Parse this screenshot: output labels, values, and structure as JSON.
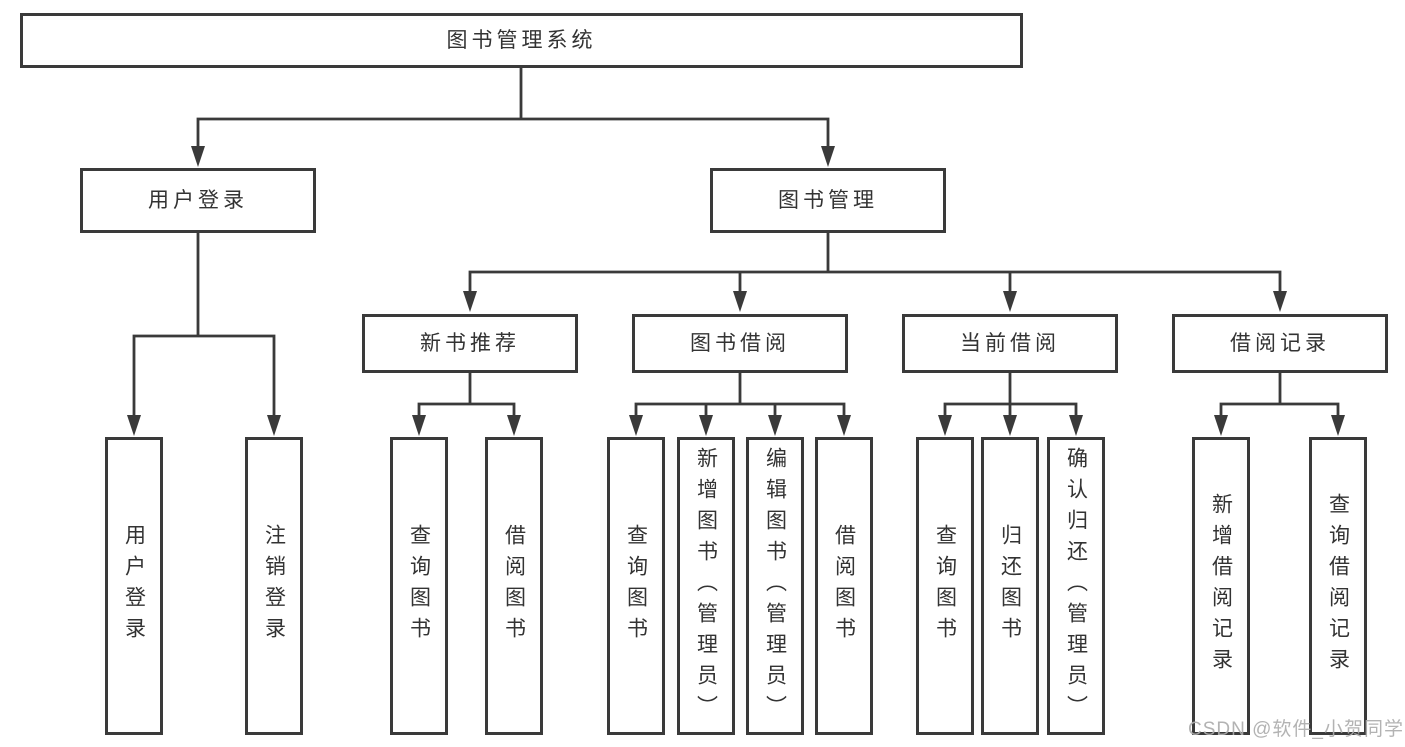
{
  "tree": {
    "root": {
      "label": "图书管理系统"
    },
    "children": [
      {
        "label": "用户登录",
        "children": [
          {
            "label": "用户登录"
          },
          {
            "label": "注销登录"
          }
        ]
      },
      {
        "label": "图书管理",
        "children": [
          {
            "label": "新书推荐",
            "children": [
              {
                "label": "查询图书"
              },
              {
                "label": "借阅图书"
              }
            ]
          },
          {
            "label": "图书借阅",
            "children": [
              {
                "label": "查询图书"
              },
              {
                "label": "新增图书（管理员）"
              },
              {
                "label": "编辑图书（管理员）"
              },
              {
                "label": "借阅图书"
              }
            ]
          },
          {
            "label": "当前借阅",
            "children": [
              {
                "label": "查询图书"
              },
              {
                "label": "归还图书"
              },
              {
                "label": "确认归还（管理员）"
              }
            ]
          },
          {
            "label": "借阅记录",
            "children": [
              {
                "label": "新增借阅记录"
              },
              {
                "label": "查询借阅记录"
              }
            ]
          }
        ]
      }
    ]
  },
  "watermark": {
    "text": "CSDN @软件_小贺同学"
  },
  "colors": {
    "line": "#3a3a3a",
    "node_border": "#3a3a3a",
    "node_text": "#333333",
    "background": "#ffffff",
    "watermark_text": "#acacac"
  }
}
